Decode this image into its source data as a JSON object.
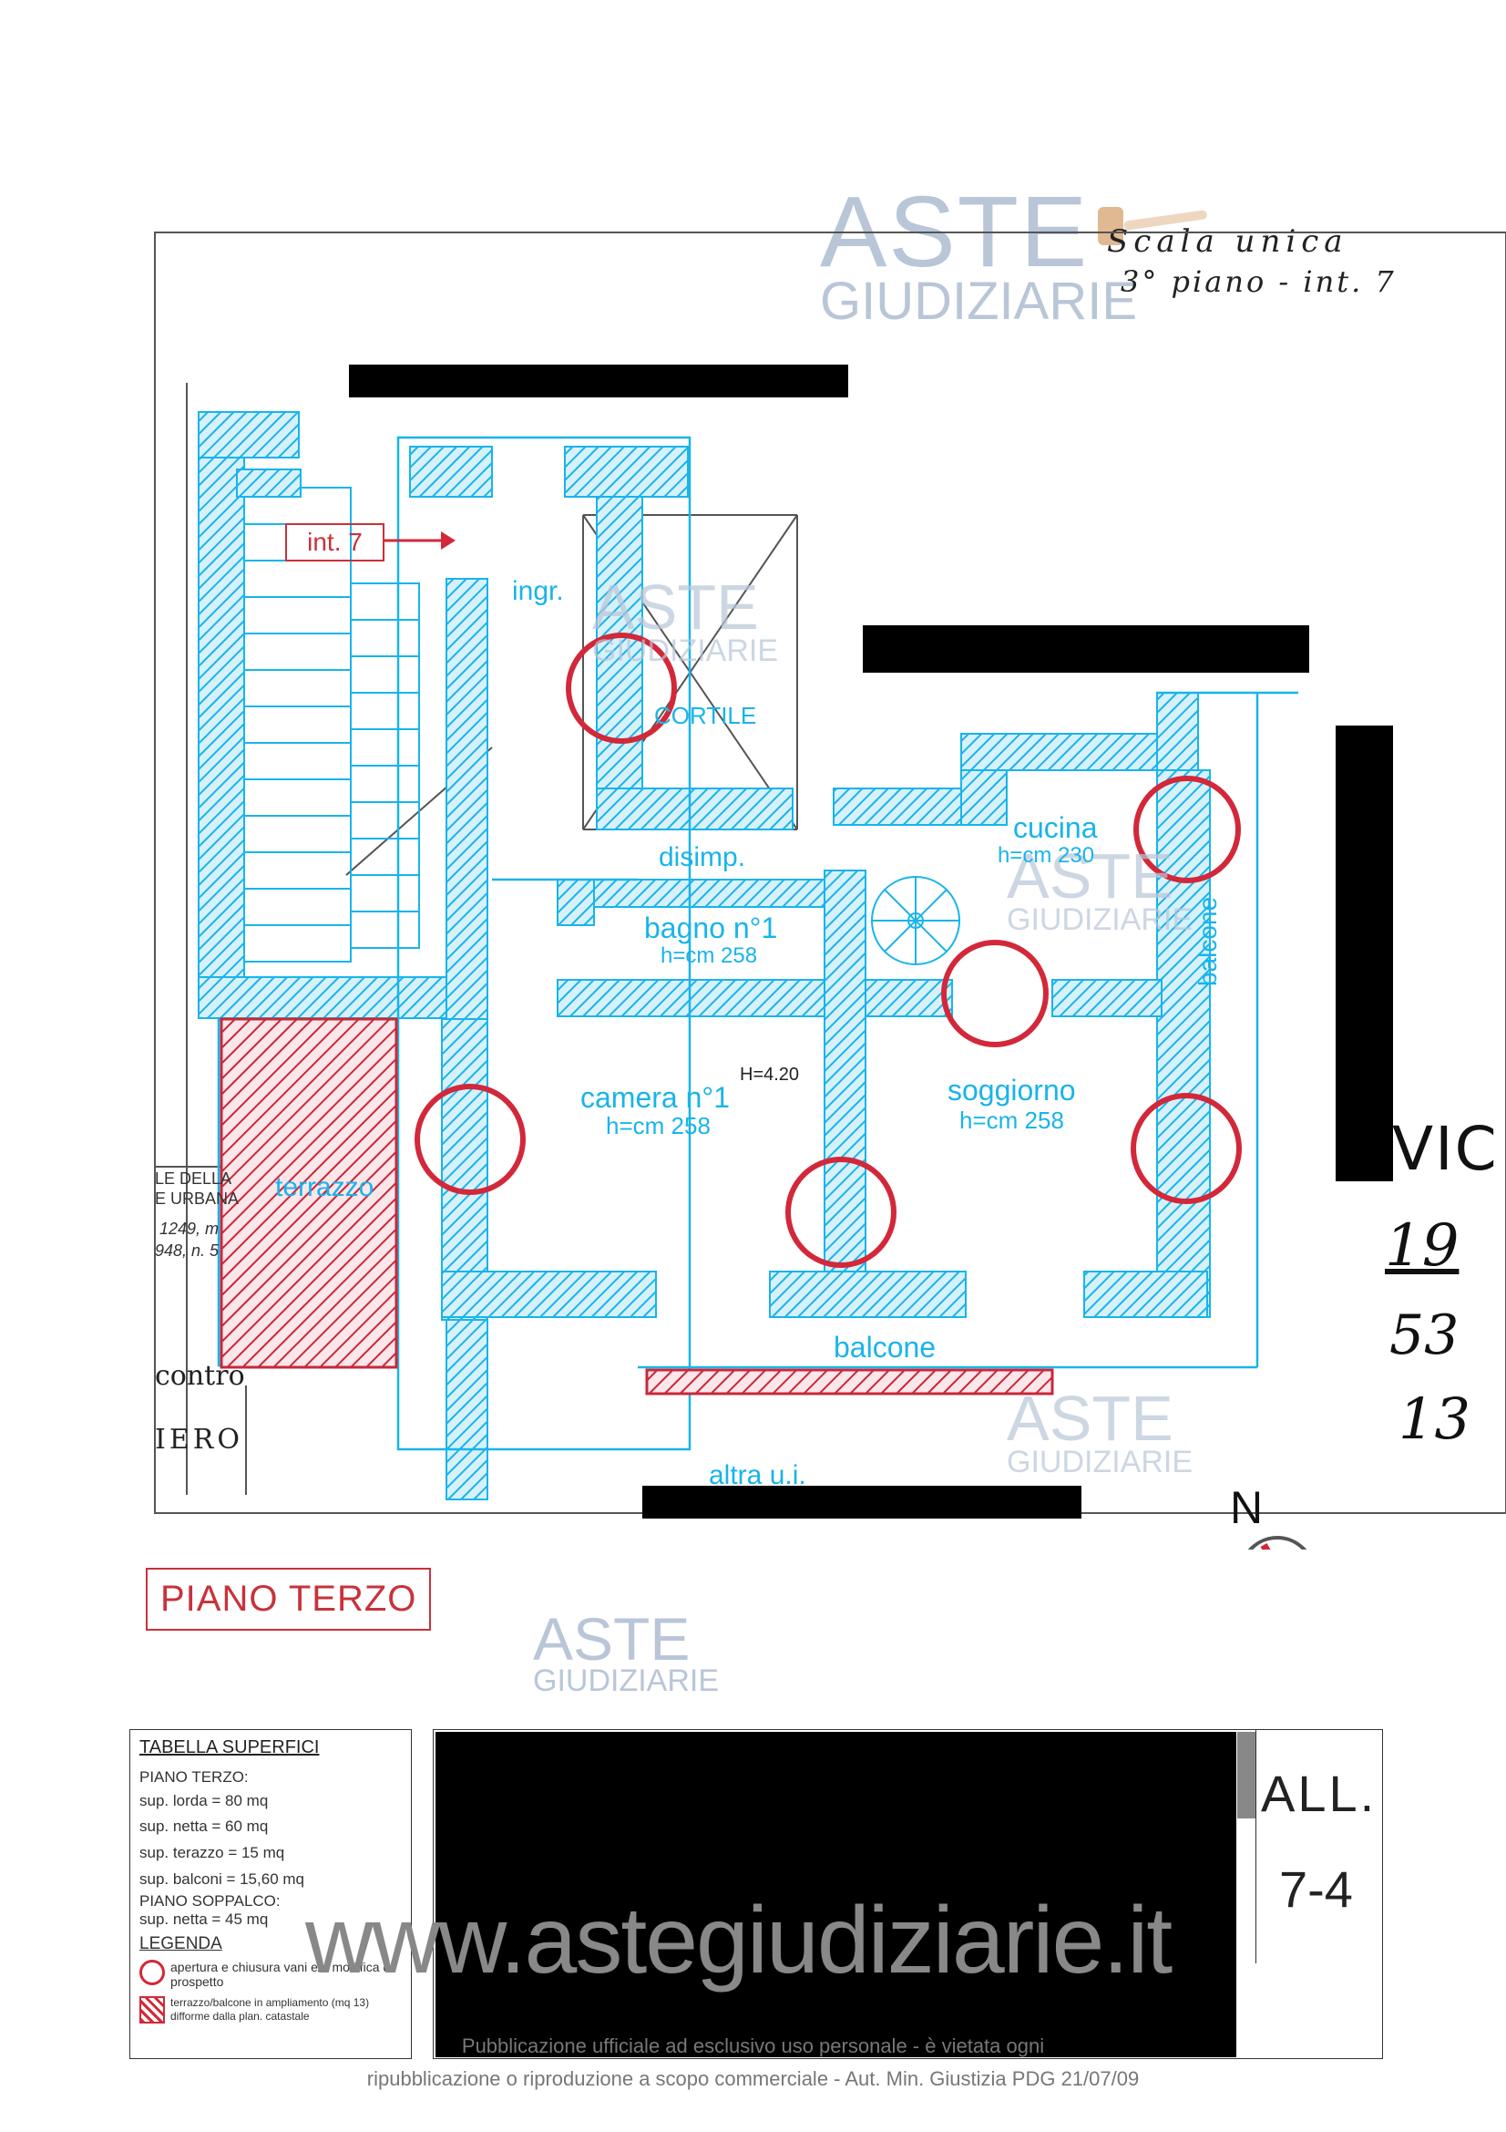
{
  "watermark": {
    "line1": "ASTE",
    "line2": "GIUDIZIARIE"
  },
  "handwritten_header": {
    "line1": "Scala unica",
    "line2": "3° piano - int. 7"
  },
  "handwritten_side": {
    "vic": "VIC",
    "n1": "19",
    "n2": "53",
    "n3": "13"
  },
  "compass": {
    "label": "N"
  },
  "plan_labels": {
    "int7": "int. 7",
    "ingr": "ingr.",
    "cortile": "CORTILE",
    "disimp": "disimp.",
    "cucina": "cucina",
    "cucina_h": "h=cm 230",
    "bagno": "bagno n°1",
    "bagno_h": "h=cm 258",
    "camera": "camera n°1",
    "camera_h": "h=cm 258",
    "soggiorno": "soggiorno",
    "soggiorno_h": "h=cm 258",
    "h_note": "H=4.20",
    "terrazzo": "terrazzo",
    "balcone_bottom": "balcone",
    "balcone_side": "balcone",
    "altra_ui": "altra u.i.",
    "left_text1": "LE DELLA",
    "left_text2": "E URBANA",
    "left_text3": "1249, m",
    "left_text4": "948, n. 5",
    "contro": "contro",
    "iero": "IERO"
  },
  "piano_title": "PIANO TERZO",
  "table": {
    "title": "TABELLA SUPERFICI",
    "rows": [
      "PIANO TERZO:",
      "sup. lorda  = 80 mq",
      "sup. netta  =  60 mq",
      "sup. terazzo = 15 mq",
      "sup. balconi = 15,60 mq",
      "PIANO SOPPALCO:",
      "sup. netta  = 45 mq"
    ],
    "legend_title": "LEGENDA",
    "legend1": "apertura e chiusura vani e/o modifica di prospetto",
    "legend2": "terrazzo/balcone in ampliamento (mq 13) difforme dalla plan. catastale"
  },
  "allegato": {
    "label": "ALL.",
    "number": "7-4"
  },
  "url_watermark": "www.astegiudiziarie.it",
  "footer": {
    "line1": "Pubblicazione ufficiale ad esclusivo uso personale - è vietata ogni",
    "line2": "ripubblicazione o riproduzione a scopo commerciale - Aut. Min. Giustizia PDG 21/07/09"
  },
  "colors": {
    "cyan": "#19b4ea",
    "red": "#d2283a",
    "hatch_red": "#c8283a"
  }
}
